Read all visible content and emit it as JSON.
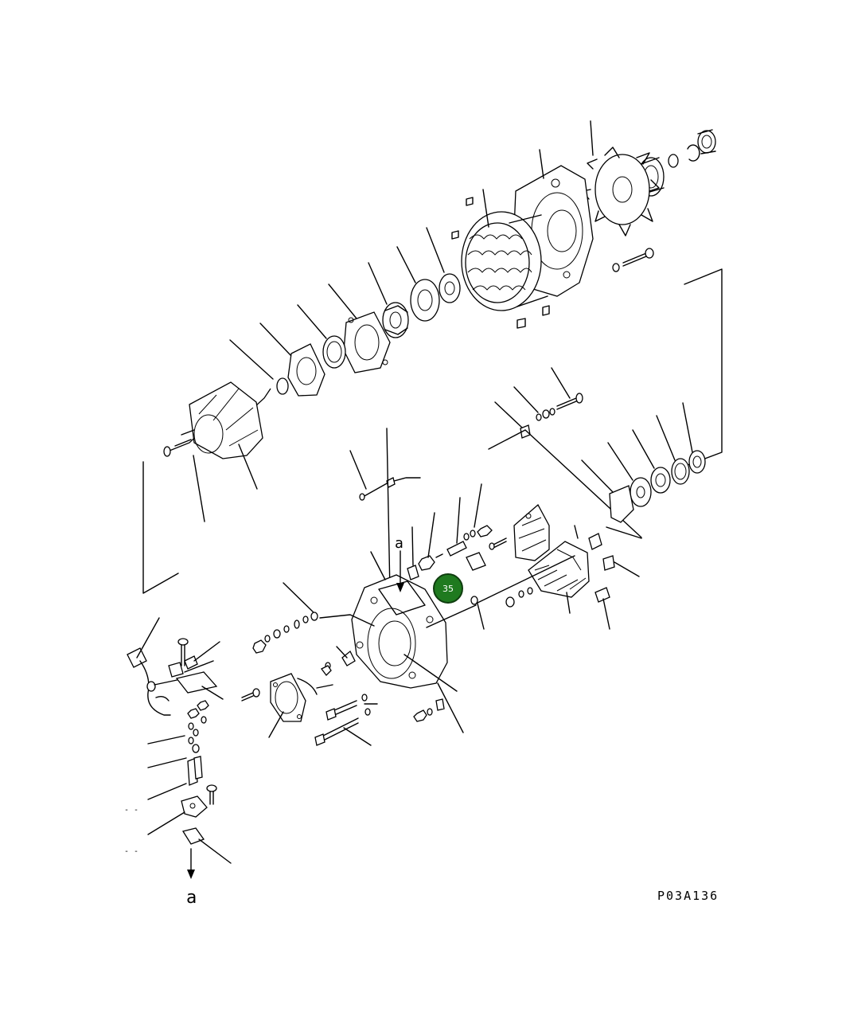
{
  "diagram": {
    "drawing_code": "P03A136",
    "view_marker": "a",
    "view_marker_bottom": "a",
    "callouts": [
      {
        "id": "35",
        "label": "35"
      }
    ],
    "colors": {
      "line": "#000000",
      "background": "#ffffff",
      "callout_fill": "#1f7a1f",
      "callout_text": "#ffffff"
    }
  }
}
